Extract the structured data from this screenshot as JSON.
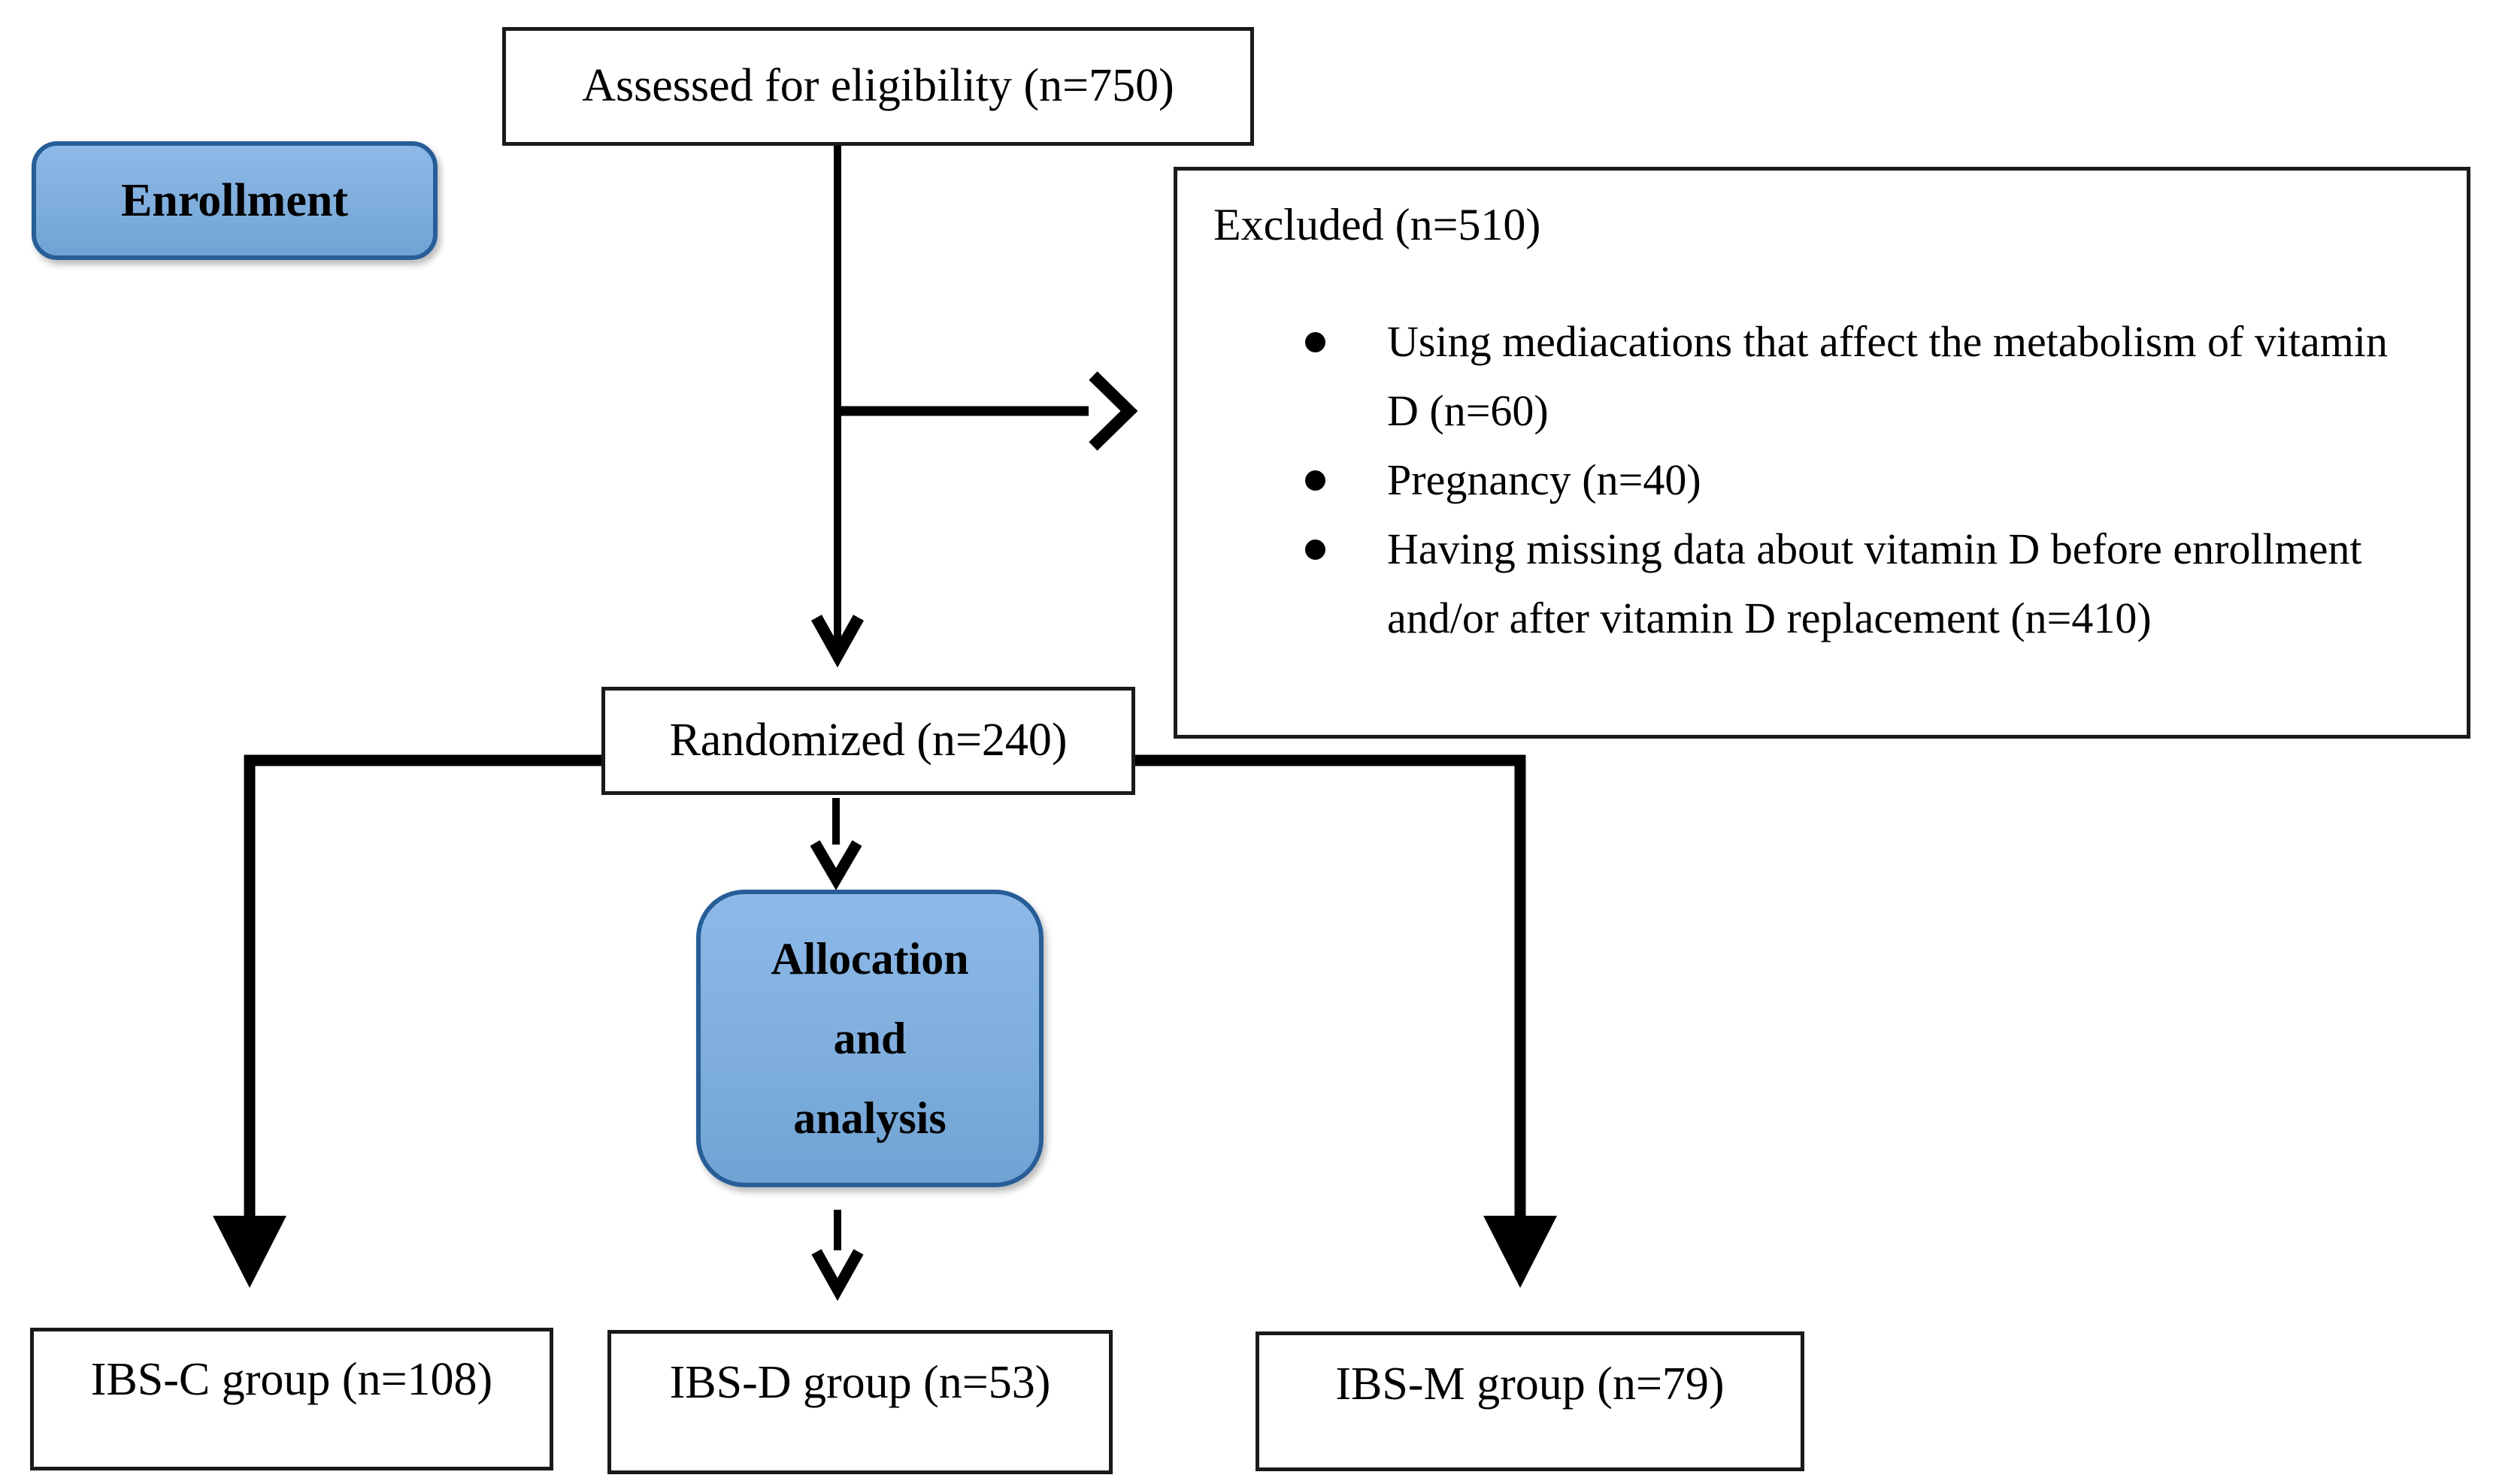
{
  "diagram": {
    "assessed_label": "Assessed for eligibility (n=750)",
    "enrollment_label": "Enrollment",
    "excluded": {
      "title": "Excluded (n=510)",
      "bullets": [
        "Using mediacations that affect the metabolism of vitamin D (n=60)",
        "Pregnancy (n=40)",
        "Having missing data about vitamin D before enrollment and/or after vitamin D replacement (n=410)"
      ]
    },
    "randomized_label": "Randomized (n=240)",
    "allocation": {
      "line1": "Allocation",
      "line2": "and",
      "line3": "analysis"
    },
    "groups": [
      {
        "label": "IBS-C group (n=108)"
      },
      {
        "label": "IBS-D group (n=53)"
      },
      {
        "label": "IBS-M group (n=79)"
      }
    ],
    "colors": {
      "stage_fill": "#7FAEDC",
      "stage_border": "#275E98",
      "line_color": "#000000",
      "box_border": "#1a1a1a",
      "page_bg": "#ffffff"
    }
  }
}
